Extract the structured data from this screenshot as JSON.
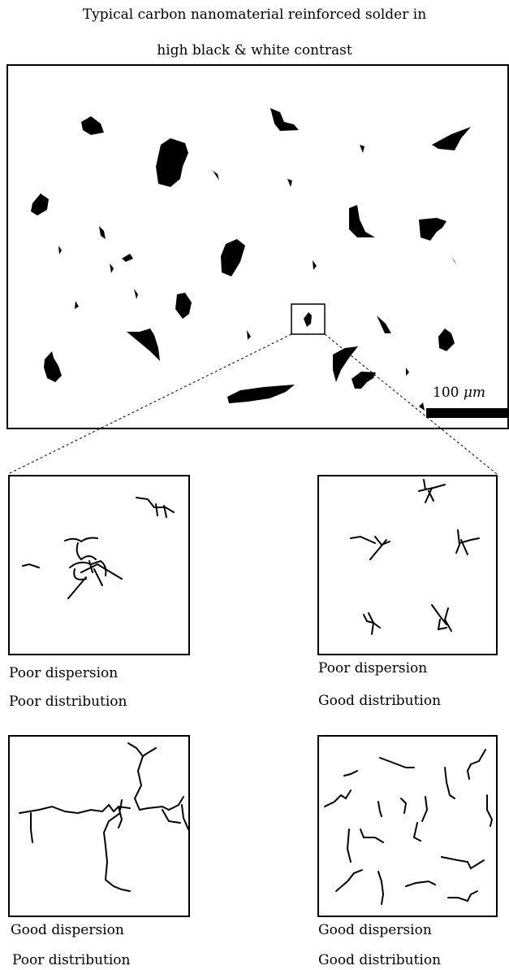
{
  "title": {
    "line1": "Typical carbon nanomaterial reinforced solder in",
    "line2": "high black & white contrast"
  },
  "scale_bar": {
    "value": "100",
    "unit": "μm"
  },
  "panels": [
    {
      "dispersion": "Poor dispersion",
      "distribution": "Poor distribution"
    },
    {
      "dispersion": "Poor dispersion",
      "distribution": "Good distribution"
    },
    {
      "dispersion": "Good dispersion",
      "distribution": "Poor distribution"
    },
    {
      "dispersion": "Good dispersion",
      "distribution": "Good distribution"
    }
  ],
  "colors": {
    "ink": "#000000",
    "background": "#ffffff"
  }
}
